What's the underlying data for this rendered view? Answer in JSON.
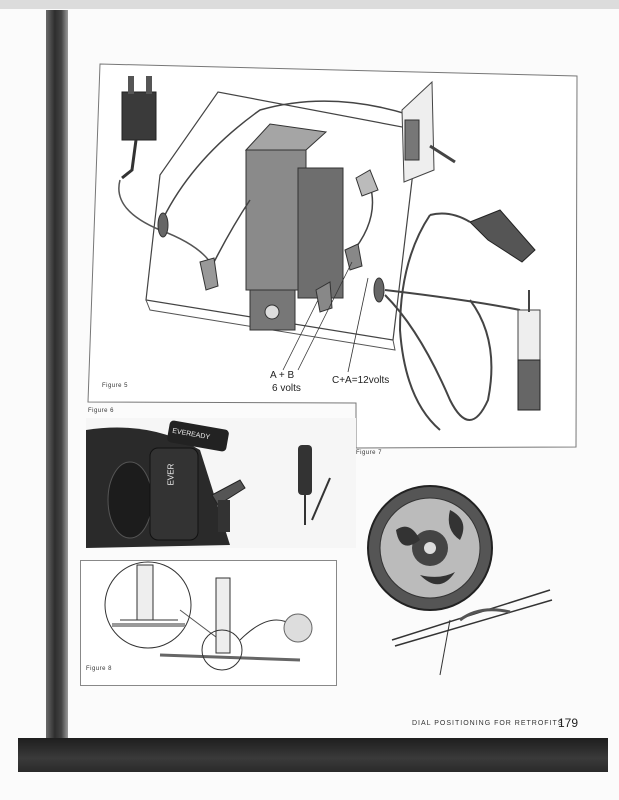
{
  "figures": {
    "fig5_caption": "Figure 5",
    "fig6_caption": "Figure 6",
    "fig7_caption": "Figure 7",
    "fig8_caption": "Figure 8"
  },
  "annotations": {
    "a_plus_b": "A + B",
    "six_volts": "6 volts",
    "c_plus_a": "C+A=12volts"
  },
  "battery_text": {
    "brand_top": "EVEREADY",
    "brand_side": "EVER"
  },
  "footer": {
    "running_head": "DIAL POSITIONING FOR RETROFITS",
    "page_number": "179"
  }
}
